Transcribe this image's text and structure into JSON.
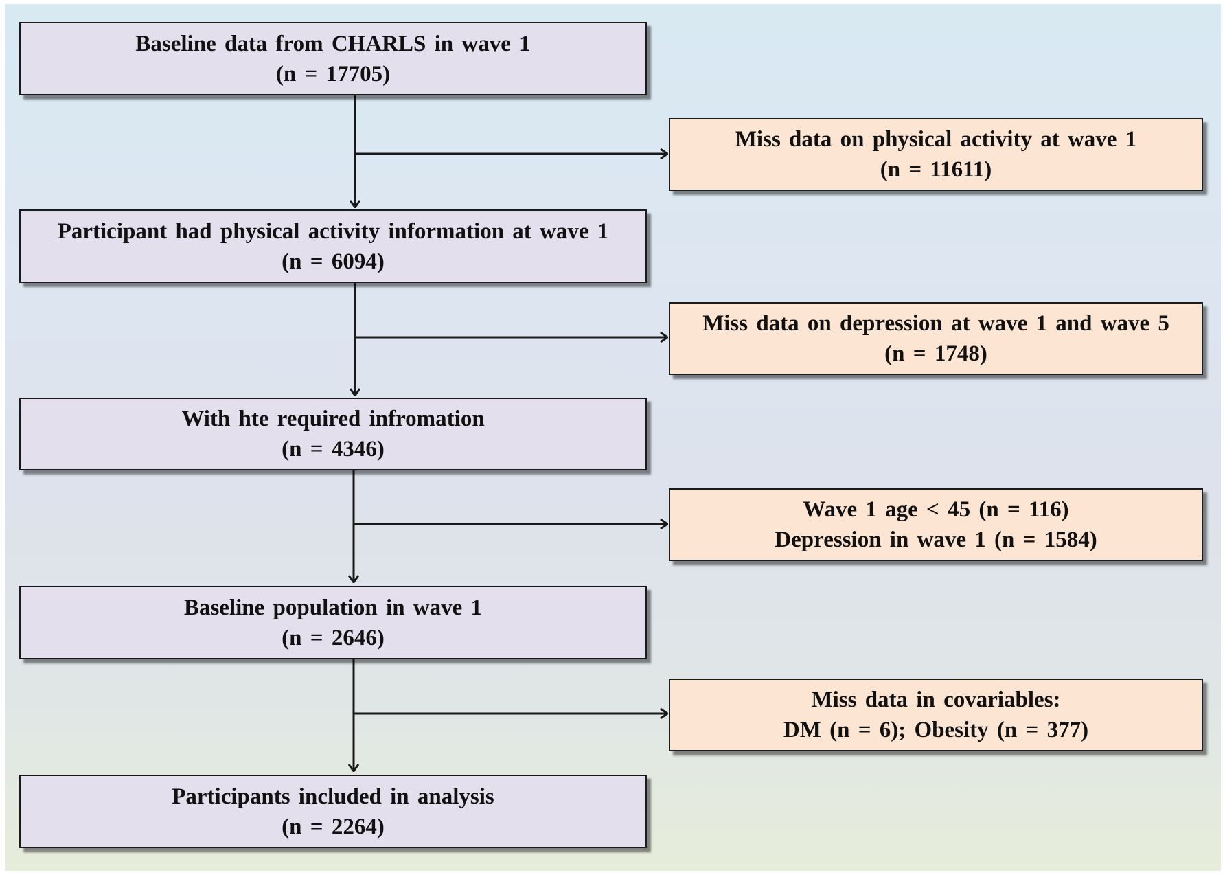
{
  "flowchart": {
    "main_steps": [
      {
        "line1": "Baseline data from CHARLS in wave 1",
        "line2": "(n = 17705)"
      },
      {
        "line1": "Participant had physical activity information at wave 1",
        "line2": "(n = 6094)"
      },
      {
        "line1": "With hte required infromation",
        "line2": "(n = 4346)"
      },
      {
        "line1": "Baseline population in wave 1",
        "line2": "(n = 2646)"
      },
      {
        "line1": "Participants included in analysis",
        "line2": "(n = 2264)"
      }
    ],
    "exclusions": [
      {
        "line1": "Miss data on physical activity at wave 1",
        "line2": "(n = 11611)"
      },
      {
        "line1": "Miss data on depression at wave 1 and wave 5",
        "line2": "(n = 1748)"
      },
      {
        "line1": "Wave 1 age < 45 (n = 116)",
        "line2": "Depression in wave 1 (n = 1584)"
      },
      {
        "line1": "Miss data in covariables:",
        "line2": "DM (n = 6);  Obesity (n = 377)"
      }
    ]
  },
  "colors": {
    "main_box_fill": "#e3dfec",
    "exclusion_box_fill": "#fce5d3",
    "border": "#1a1a1a",
    "arrow": "#1a1a1a"
  }
}
